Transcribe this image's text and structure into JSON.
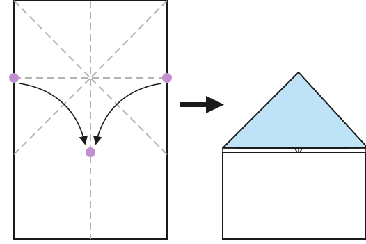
{
  "diagram": {
    "type": "origami-fold-instruction",
    "steps": [
      {
        "name": "flat-sheet",
        "crease_lines": "dashed",
        "markers": [
          "left-edge-point",
          "right-edge-point",
          "center-target-point"
        ],
        "arrows": [
          "left-corner-fold-arrow",
          "right-corner-fold-arrow"
        ]
      },
      {
        "name": "folded-result",
        "shape": "house-shape",
        "triangle_flap": "top-corners-folded-down"
      }
    ],
    "transition_arrow": "right"
  },
  "colors": {
    "outline": "#1a1a1a",
    "crease": "#b3b3b3",
    "marker": "#c38fd0",
    "flap": "#bfe3f6",
    "paper": "#ffffff",
    "arrow": "#1a1a1a"
  }
}
